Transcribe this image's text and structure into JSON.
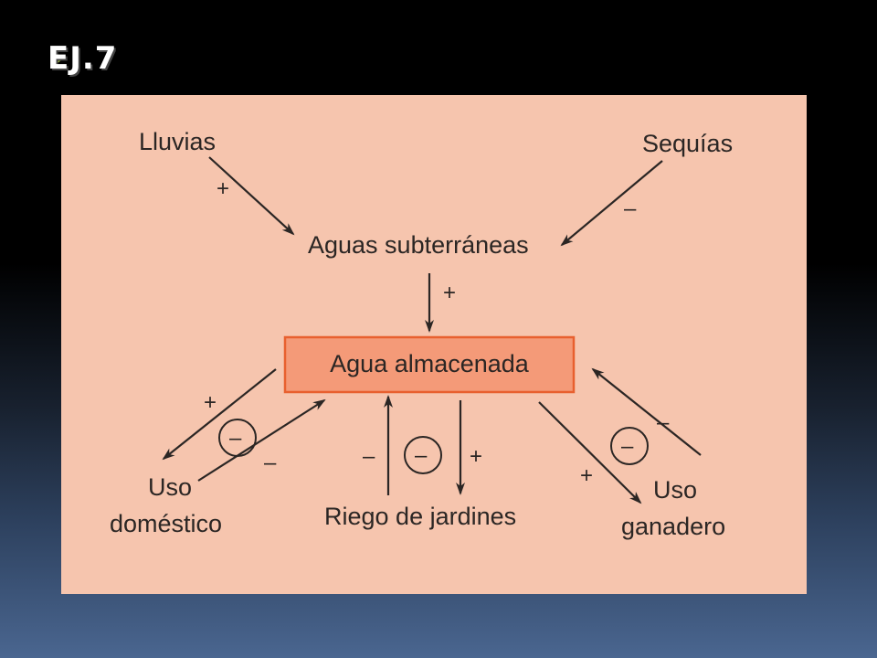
{
  "slide": {
    "title": "EJ.7"
  },
  "diagram": {
    "nodes": {
      "lluvias": "Lluvias",
      "sequias": "Sequías",
      "aguas_subterraneas": "Aguas subterráneas",
      "agua_almacenada": "Agua almacenada",
      "uso_domestico_line1": "Uso",
      "uso_domestico_line2": "doméstico",
      "riego": "Riego de jardines",
      "uso_ganadero_line1": "Uso",
      "uso_ganadero_line2": "ganadero"
    },
    "signs": {
      "lluvias_to_aguas": "+",
      "sequias_to_aguas": "–",
      "aguas_to_almacenada": "+",
      "almacenada_to_domestico": "+",
      "domestico_to_almacenada": "–",
      "domestico_loop": "–",
      "riego_to_almacenada": "–",
      "riego_loop": "–",
      "almacenada_to_riego": "+",
      "almacenada_to_ganadero": "+",
      "ganadero_loop": "–",
      "ganadero_to_almacenada": "–"
    },
    "colors": {
      "panel_background": "#f6c5ae",
      "box_fill": "#f49a78",
      "box_border": "#e8602f",
      "ink": "#2b2624"
    }
  }
}
